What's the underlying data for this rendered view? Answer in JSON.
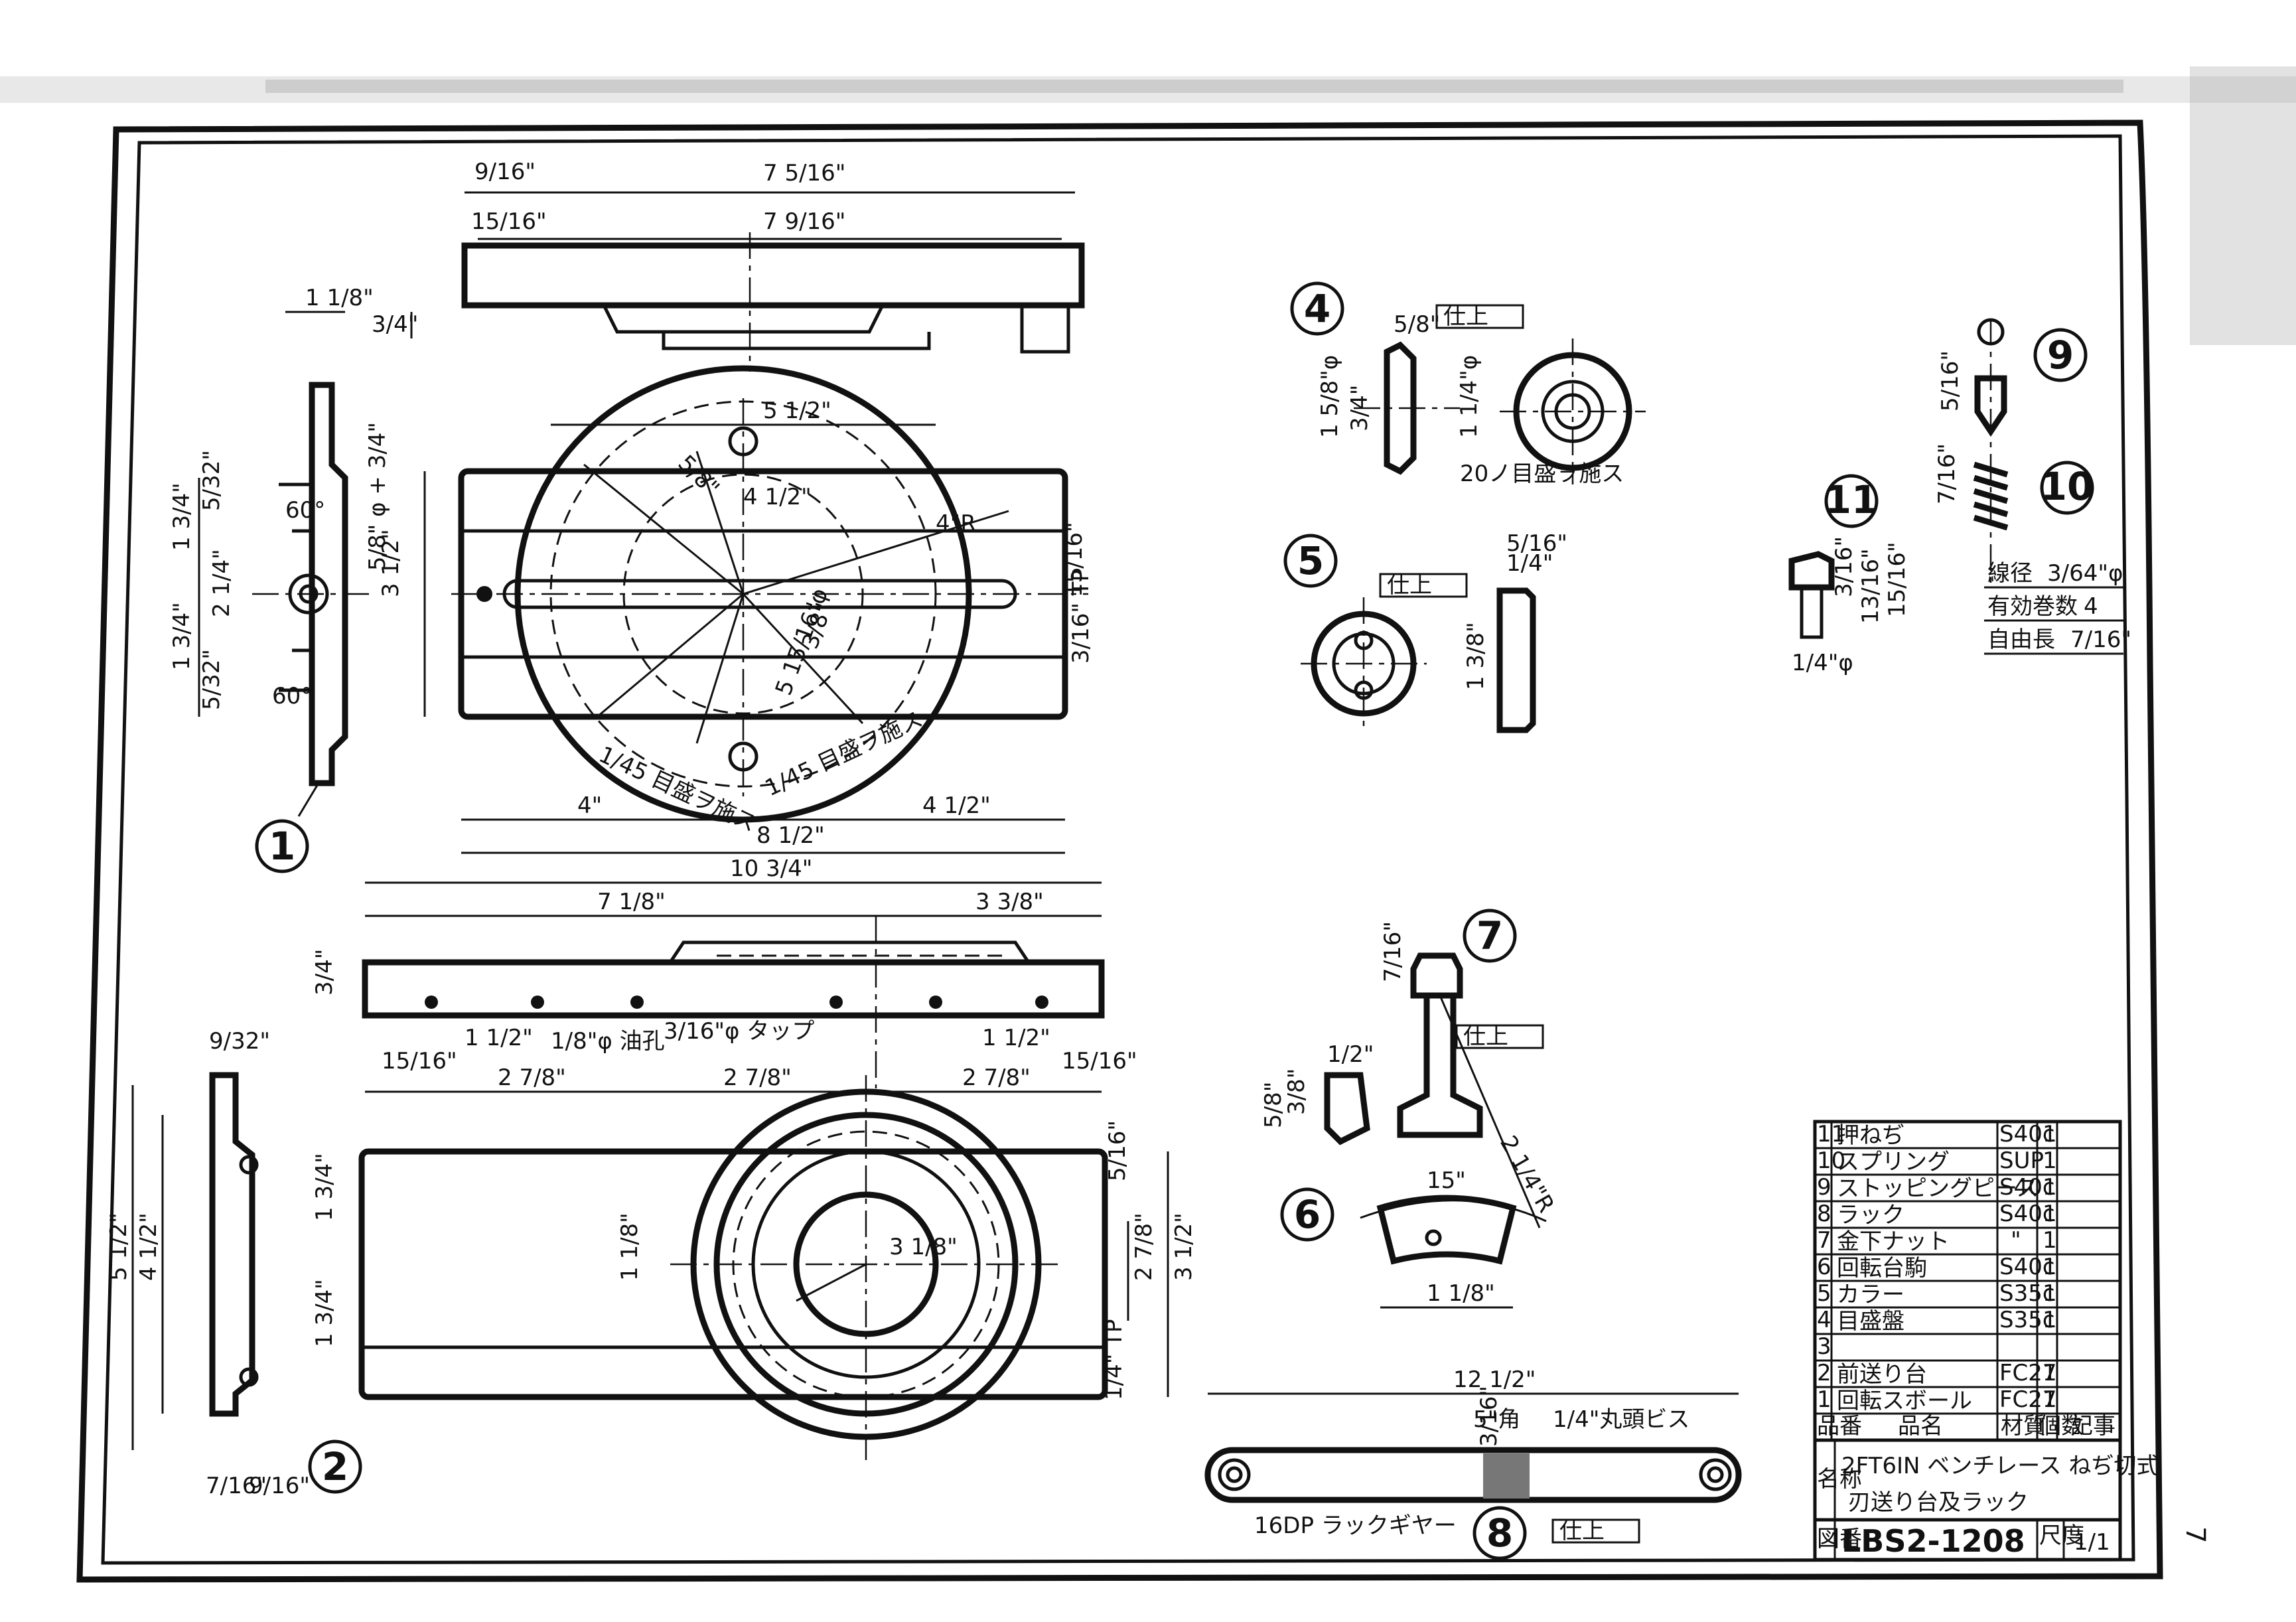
{
  "sheet": {
    "scan_edge_mark": "7"
  },
  "view_top": {
    "dims": {
      "overall": "7 5/16\"",
      "inner": "7 9/16\"",
      "left_offset": "9/16\"",
      "step": "15/16\"",
      "bottom_span": "5 1/2\"",
      "height": "3/4\""
    }
  },
  "view_rotary_plan": {
    "dims": {
      "width": "8 1/2\"",
      "left_part": "4\"",
      "right_part": "4 1/2\"",
      "height": "3 1/2\"",
      "radius": "4\"R",
      "radius_small": "4 1/2\"",
      "bolt_circle": "5 15/16\"φ",
      "slot": "3/8\"",
      "hole": "5/8\"",
      "right_a": "15/16\"",
      "right_b": "3/16\" TP"
    },
    "notes": {
      "graduation_left": "1/45 目盛ヲ施ス",
      "graduation_right": "1/45 目盛ヲ施ス"
    }
  },
  "view_side_left": {
    "dims": {
      "top": "1 1/8\"",
      "upper": "1 3/4\"",
      "lower": "1 3/4\"",
      "mid": "2 1/4\"",
      "angle_top": "60°",
      "angle_bottom": "60°",
      "small_a": "5/32\"",
      "small_b": "5/32\"",
      "hole": "5/8\" φ + 3/4\""
    }
  },
  "view_front_rail": {
    "dims": {
      "overall": "10 3/4\"",
      "left": "7 1/8\"",
      "right": "3 3/8\"",
      "pitch_a": "2 7/8\"",
      "pitch_b": "2 7/8\"",
      "pitch_c": "2 7/8\"",
      "end_left": "15/16\"",
      "end_right": "15/16\"",
      "gap_left": "1 1/2\"",
      "gap_right": "1 1/2\"",
      "height": "3/4\"",
      "oil_hole": "1/8\"φ 油孔",
      "tap": "3/16\"φ タップ"
    }
  },
  "view_front_plan": {
    "dims": {
      "overall_height": "5 1/2\"",
      "height": "4 1/2\"",
      "right_h": "3 1/2\"",
      "right_h2": "2 7/8\"",
      "bore": "3 1/8\"",
      "center": "1 1/8\"",
      "left_a": "1 3/4\"",
      "left_b": "1 3/4\"",
      "foot_a": "7/16\"",
      "foot_b": "9/16\"",
      "top_dim": "9/32\"",
      "tap": "1/4\" TP",
      "right_small": "5/16\""
    }
  },
  "view_part4": {
    "note": "20ノ目盛ヲ施ス",
    "finish": "仕上",
    "dims": {
      "a": "1 5/8\"φ",
      "b": "1 1/4\"φ",
      "c": "3/4\"",
      "d": "5/8\""
    }
  },
  "view_part5": {
    "finish": "仕上",
    "dims": {
      "a": "1 3/8\"",
      "b": "1/4\"",
      "c": "5/16\""
    }
  },
  "view_part6_7": {
    "finish": "仕上",
    "dims": {
      "nut": "7/16\"",
      "width": "1 1/8\"",
      "top": "15\"",
      "radius": "2 1/4\"R",
      "h1": "5/8\"",
      "h2": "3/8\"",
      "h3": "1/2\""
    }
  },
  "view_part8": {
    "finish": "仕上",
    "dims": {
      "length": "12 1/2\"",
      "square": "5\"角",
      "head": "3/16\""
    },
    "notes": {
      "screw": "1/4\"丸頭ビス",
      "gear": "16DP ラックギヤー"
    }
  },
  "view_part9_10_11": {
    "dims": {
      "p9": "5/16\"",
      "p10": "7/16\"",
      "p11_a": "3/16\"",
      "p11_b": "13/16\"",
      "p11_c": "15/16\"",
      "p11_d": "1/4\"φ"
    },
    "spring": {
      "wire_label": "線径",
      "wire_value": "3/64\"φ",
      "turns_label": "有効巻数",
      "turns_value": "4",
      "free_label": "自由長",
      "free_value": "7/16\""
    }
  },
  "balloons": [
    "1",
    "2",
    "4",
    "5",
    "6",
    "7",
    "8",
    "9",
    "10",
    "11"
  ],
  "title_block": {
    "header": [
      "品番",
      "品名",
      "材質",
      "個数",
      "記事"
    ],
    "rows": [
      {
        "no": "11",
        "name": "押ねぢ",
        "material": "S40c",
        "qty": "1"
      },
      {
        "no": "10",
        "name": "スプリング",
        "material": "SUP",
        "qty": "1"
      },
      {
        "no": "9",
        "name": "ストッピングピース",
        "material": "S40c",
        "qty": "1"
      },
      {
        "no": "8",
        "name": "ラック",
        "material": "S40c",
        "qty": "1"
      },
      {
        "no": "7",
        "name": "金下ナット",
        "material": "\"",
        "qty": "1"
      },
      {
        "no": "6",
        "name": "回転台駒",
        "material": "S40c",
        "qty": "1"
      },
      {
        "no": "5",
        "name": "カラー",
        "material": "S35c",
        "qty": "1"
      },
      {
        "no": "4",
        "name": "目盛盤",
        "material": "S35c",
        "qty": "1"
      },
      {
        "no": "3",
        "name": "",
        "material": "",
        "qty": ""
      },
      {
        "no": "2",
        "name": "前送り台",
        "material": "FC27",
        "qty": "1"
      },
      {
        "no": "1",
        "name": "回転スボール",
        "material": "FC27",
        "qty": "1"
      }
    ],
    "name_label": "名称",
    "title_line1": "2FT6IN ベンチレース ねぢ切式",
    "title_line2": "刃送り台及ラック",
    "drawing_no_label": "図番",
    "drawing_no": "LBS2-1208",
    "scale_label": "尺度",
    "scale": "1/1"
  }
}
